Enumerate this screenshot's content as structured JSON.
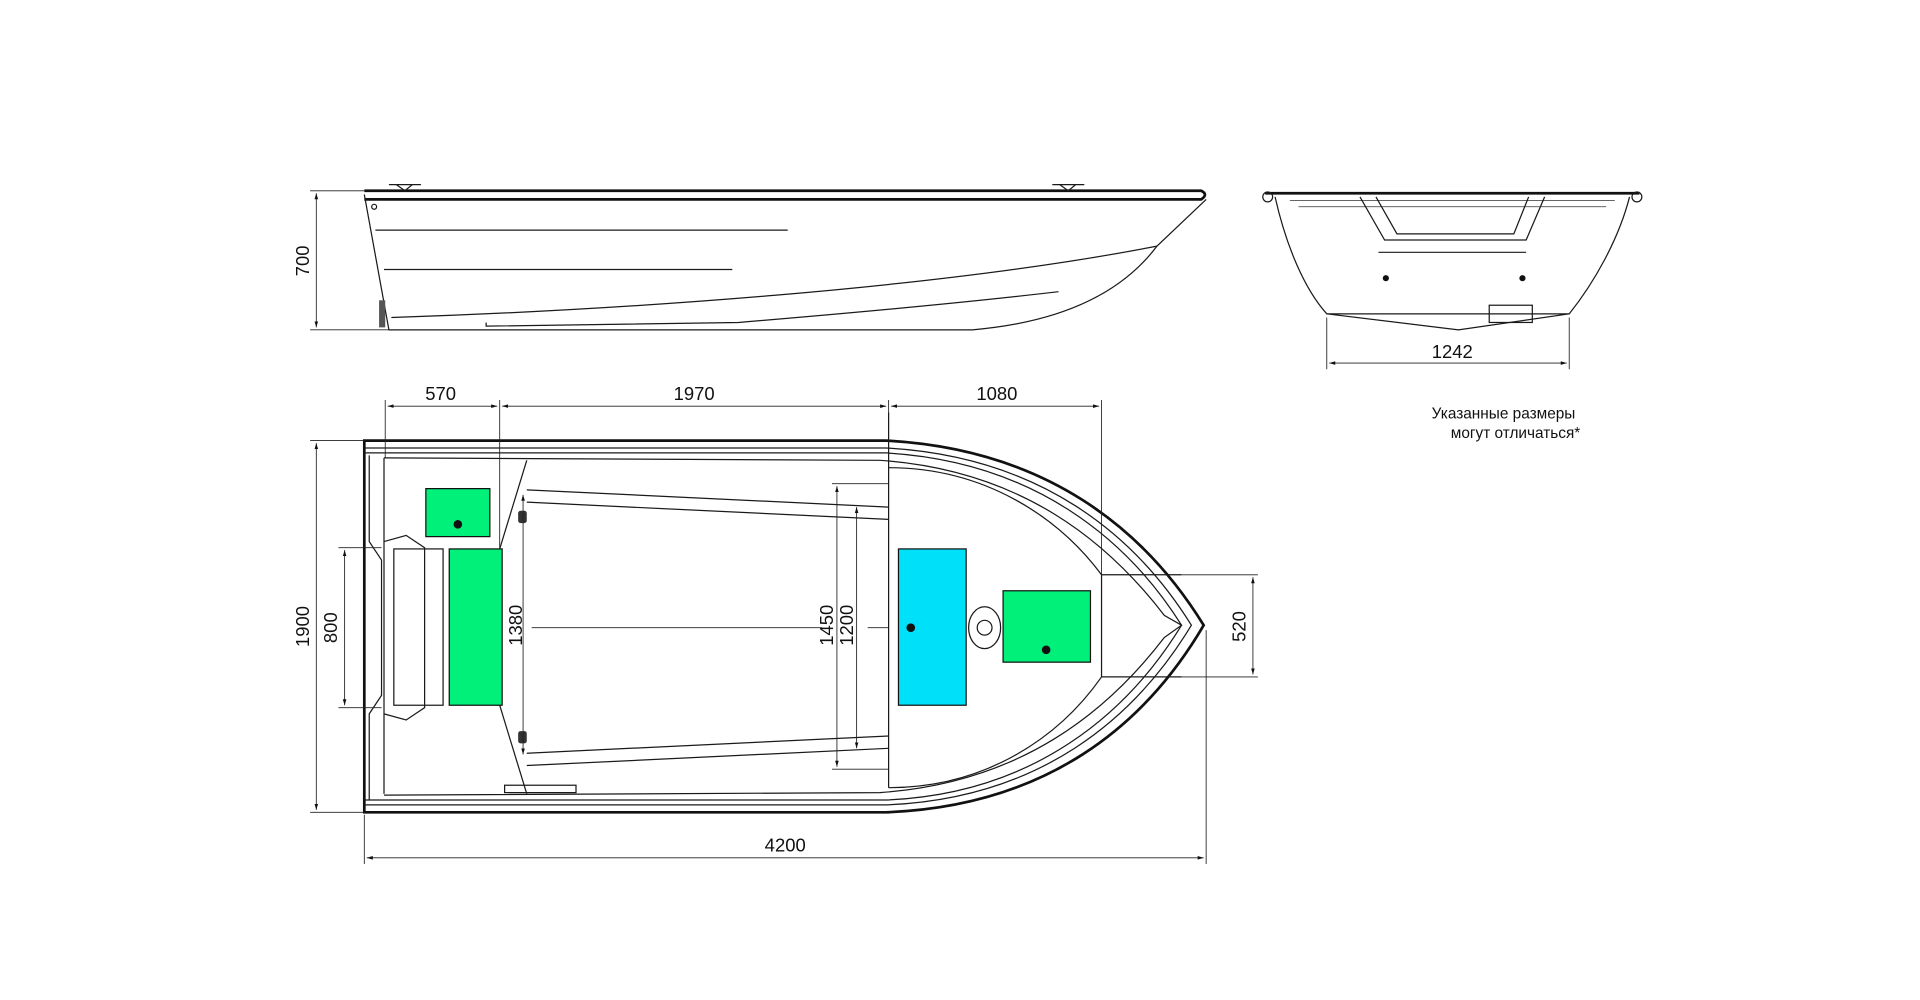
{
  "colors": {
    "locker_green": "#00f07a",
    "locker_cyan": "#00e0f8",
    "line": "#1a1a1a"
  },
  "side_view": {
    "height_label": "700"
  },
  "front_view": {
    "width_label": "1242"
  },
  "top_view": {
    "section_labels": [
      "570",
      "1970",
      "1080"
    ],
    "overall_length_label": "4200",
    "overall_width_label": "1900",
    "transom_width_label": "800",
    "seat_1_width_label": "1380",
    "inner_width_label": "1450",
    "seat_2_width_label": "1200",
    "bow_width_label": "520"
  },
  "note": {
    "line1": "Указанные размеры",
    "line2": "могут отличаться*"
  }
}
